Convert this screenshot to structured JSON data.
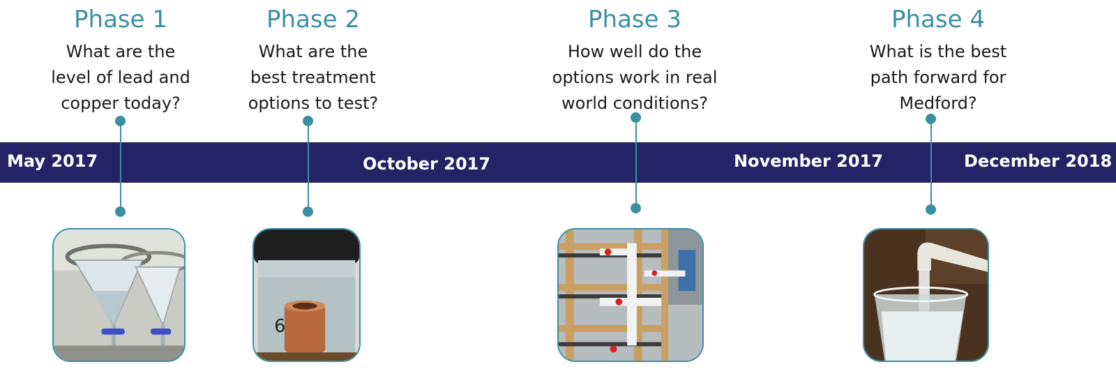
{
  "phases": [
    {
      "title": "Phase 1",
      "question": "What are the\nlevel of lead and\ncopper today?",
      "photo_icon": "lab-funnel-photo"
    },
    {
      "title": "Phase 2",
      "question": "What are the\nbest treatment\noptions to test?",
      "photo_icon": "pipe-sample-jar-photo"
    },
    {
      "title": "Phase 3",
      "question": "How well do the\noptions work in real\nworld conditions?",
      "photo_icon": "pipe-rig-photo"
    },
    {
      "title": "Phase 4",
      "question": "What is the best\npath forward for\nMedford?",
      "photo_icon": "faucet-glass-photo"
    }
  ],
  "timeline": {
    "band_color": "#232366",
    "accent_color": "#3a8fa3",
    "dates": [
      "May 2017",
      "October 2017",
      "November 2017",
      "December 2018"
    ]
  }
}
